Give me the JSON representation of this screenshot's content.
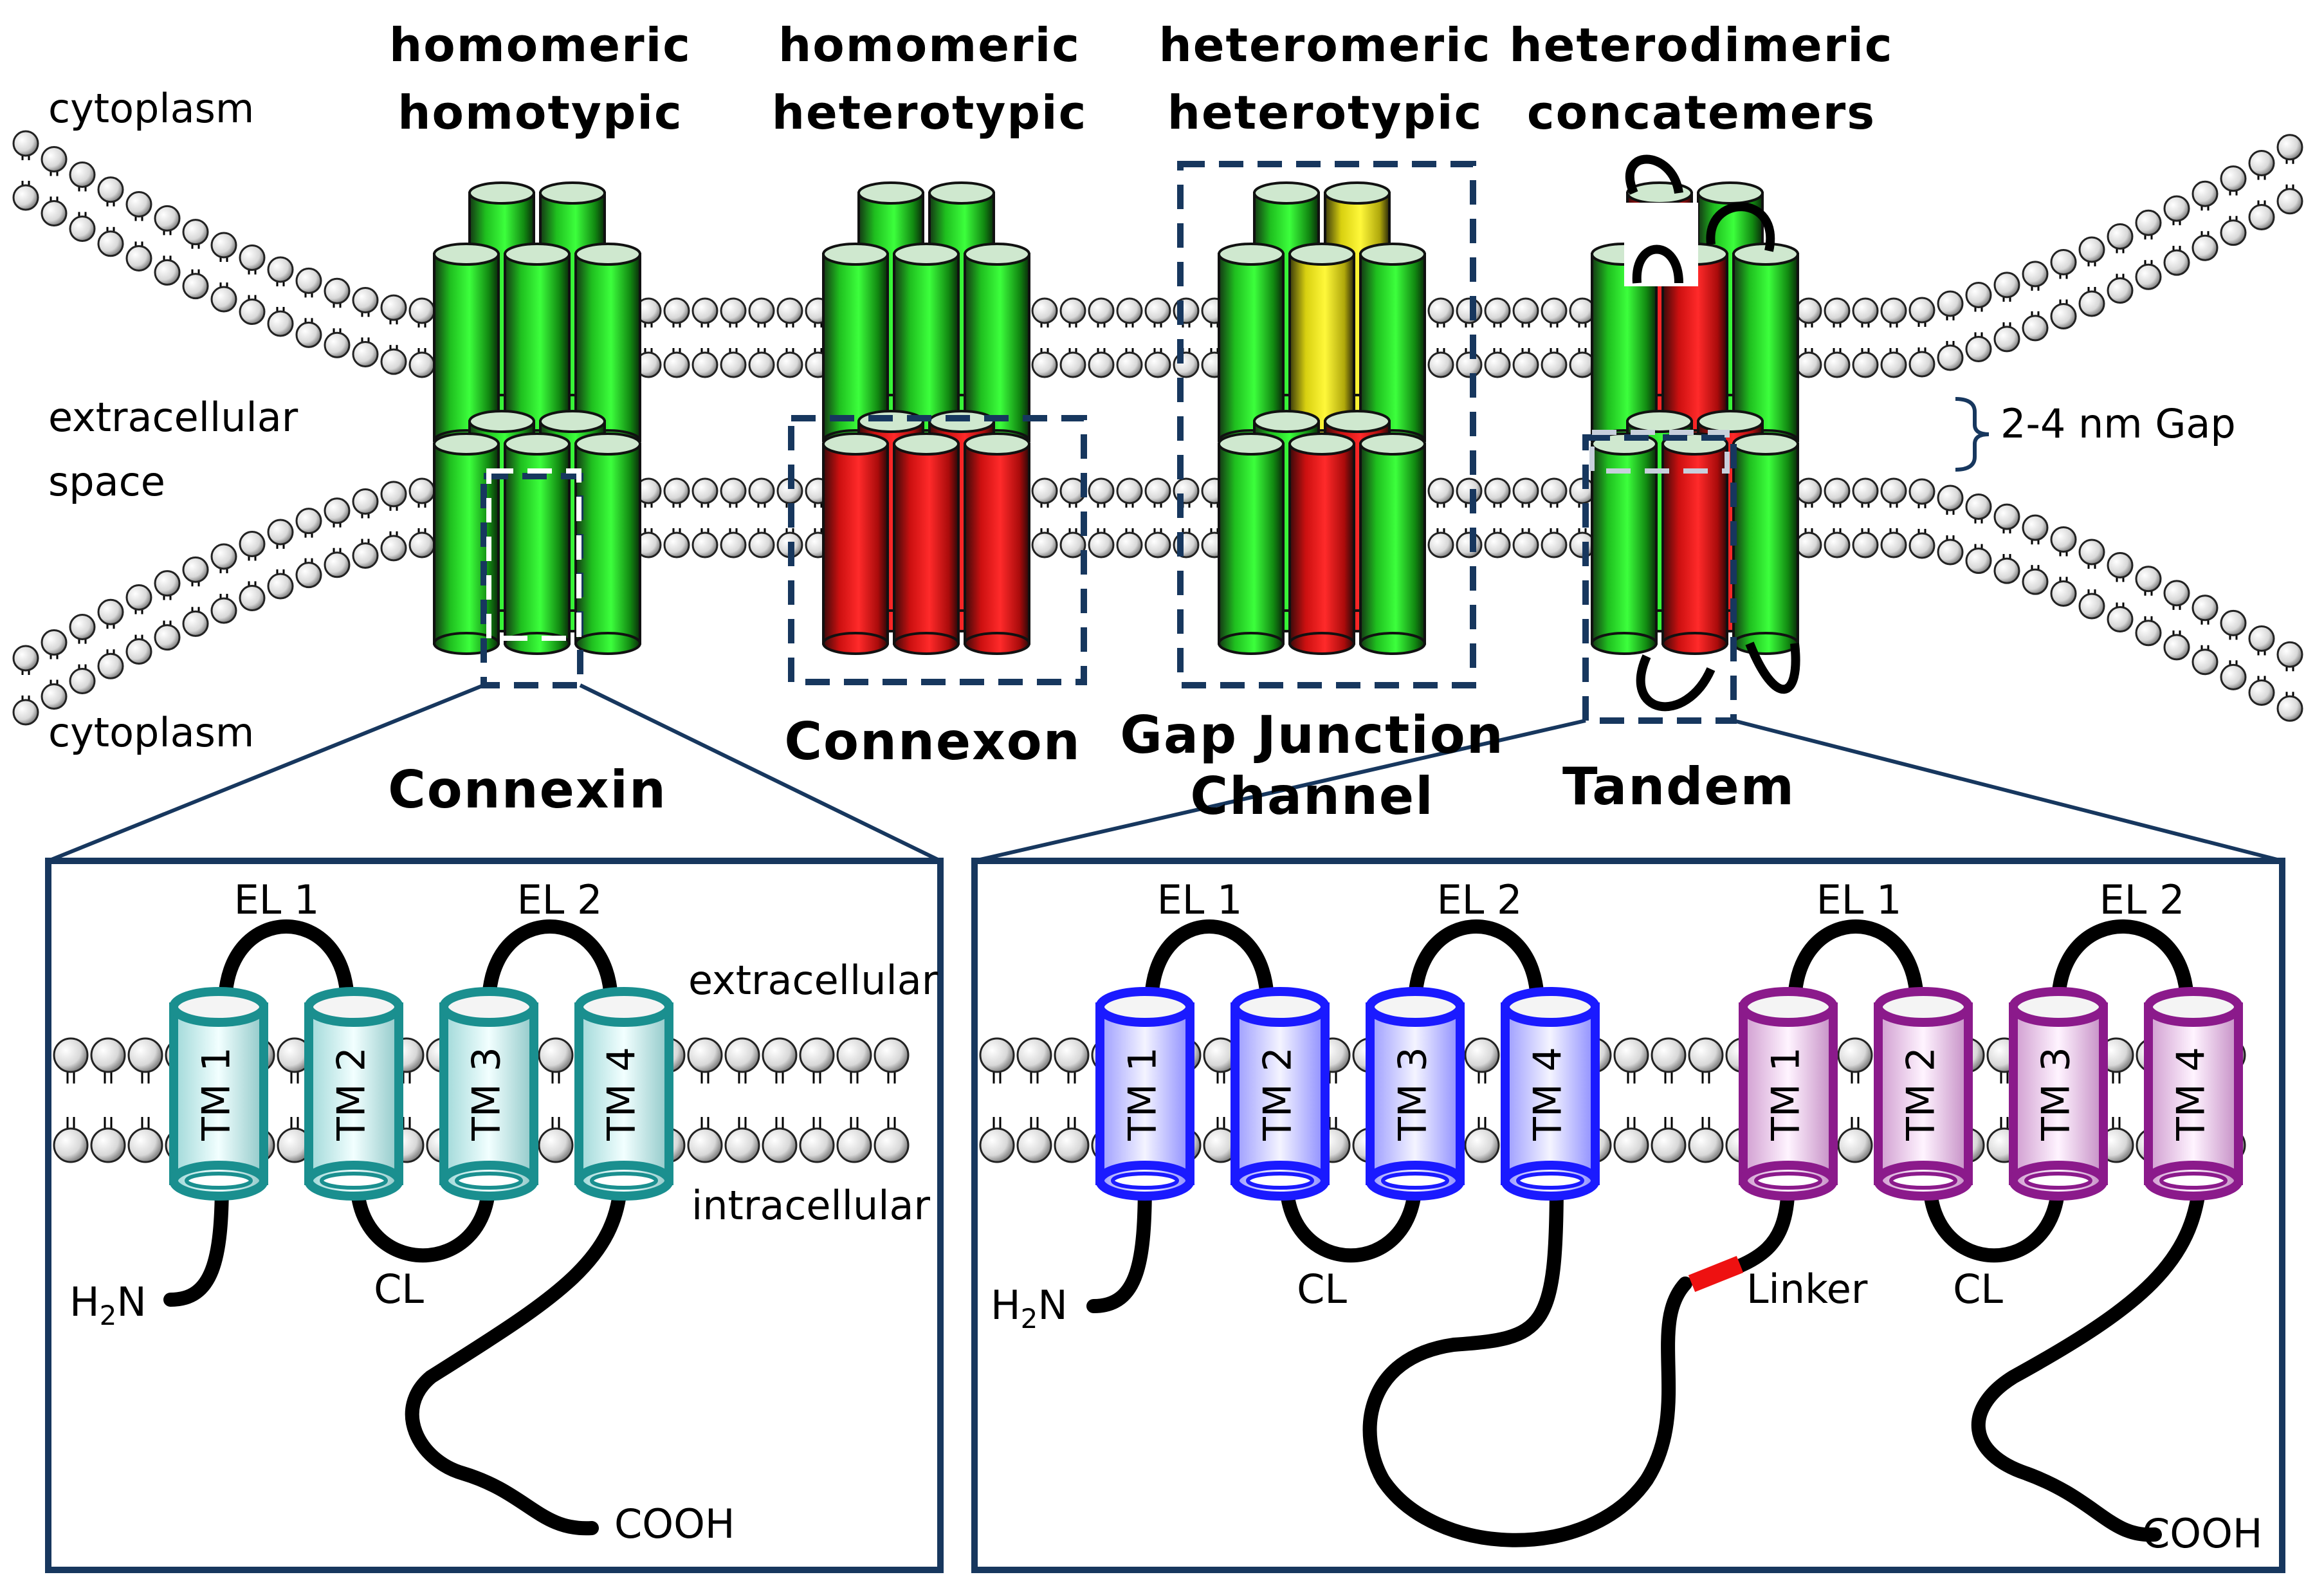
{
  "top": {
    "sides": {
      "cytoplasm_top": "cytoplasm",
      "extracellular_1": "extracellular",
      "extracellular_2": "space",
      "cytoplasm_bottom": "cytoplasm",
      "gap": "2-4 nm Gap"
    },
    "groups": [
      {
        "line1": "homomeric",
        "line2": "homotypic"
      },
      {
        "line1": "homomeric",
        "line2": "heterotypic"
      },
      {
        "line1": "heteromeric",
        "line2": "heterotypic"
      },
      {
        "line1": "heterodimeric",
        "line2": "concatemers"
      }
    ],
    "captions": {
      "connexin": "Connexin",
      "connexon": "Connexon",
      "gap_junction_1": "Gap Junction",
      "gap_junction_2": "Channel",
      "tandem": "Tandem"
    }
  },
  "left_panel": {
    "el1": "EL 1",
    "el2": "EL 2",
    "extracellular": "extracellular",
    "intracellular": "intracellular",
    "tm": [
      "TM 1",
      "TM 2",
      "TM 3",
      "TM 4"
    ],
    "n_term": "H",
    "n_term_sub": "2",
    "n_term_end": "N",
    "cl": "CL",
    "cooh": "COOH"
  },
  "right_panel": {
    "el1_a": "EL 1",
    "el2_a": "EL 2",
    "el1_b": "EL 1",
    "el2_b": "EL 2",
    "tm_a": [
      "TM 1",
      "TM 2",
      "TM 3",
      "TM 4"
    ],
    "tm_b": [
      "TM 1",
      "TM 2",
      "TM 3",
      "TM 4"
    ],
    "n_term": "H",
    "n_term_sub": "2",
    "n_term_end": "N",
    "cl_a": "CL",
    "cl_b": "CL",
    "linker": "Linker",
    "cooh": "COOH"
  },
  "colors": {
    "connexin_teal": "#1a8f8f",
    "tandem_blue": "#1a1aff",
    "tandem_purple": "#8b1a8b",
    "frame": "#17375e",
    "linker_red": "#ee1111",
    "green": "#1fbf1f",
    "red": "#e01010",
    "yellow": "#e8e010"
  }
}
